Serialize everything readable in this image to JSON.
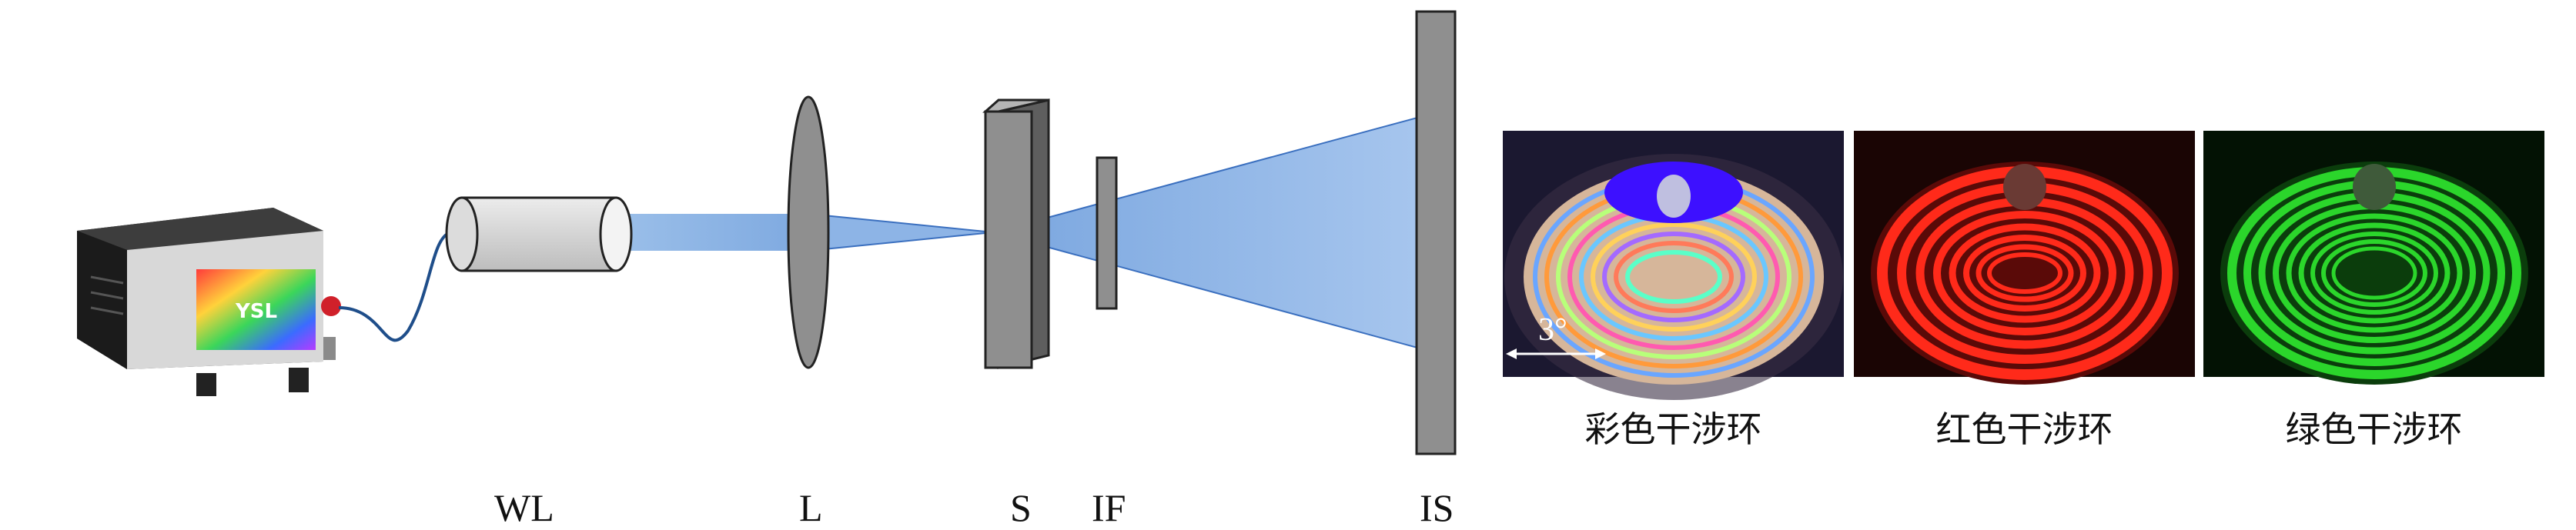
{
  "labels": {
    "wl": "WL",
    "lens": "L",
    "sample": "S",
    "filter": "IF",
    "screen": "IS",
    "device_badge": "YSL"
  },
  "photos": [
    {
      "caption": "彩色干涉环",
      "scale_label": "3°"
    },
    {
      "caption": "红色干涉环"
    },
    {
      "caption": "绿色干涉环"
    }
  ],
  "colors": {
    "beam": "#5b8fd6",
    "beam_edge": "#3a6fbf",
    "grey_part": "#8f8f8f",
    "red_rings": "#ff2a1a",
    "green_rings": "#2bd62b"
  }
}
